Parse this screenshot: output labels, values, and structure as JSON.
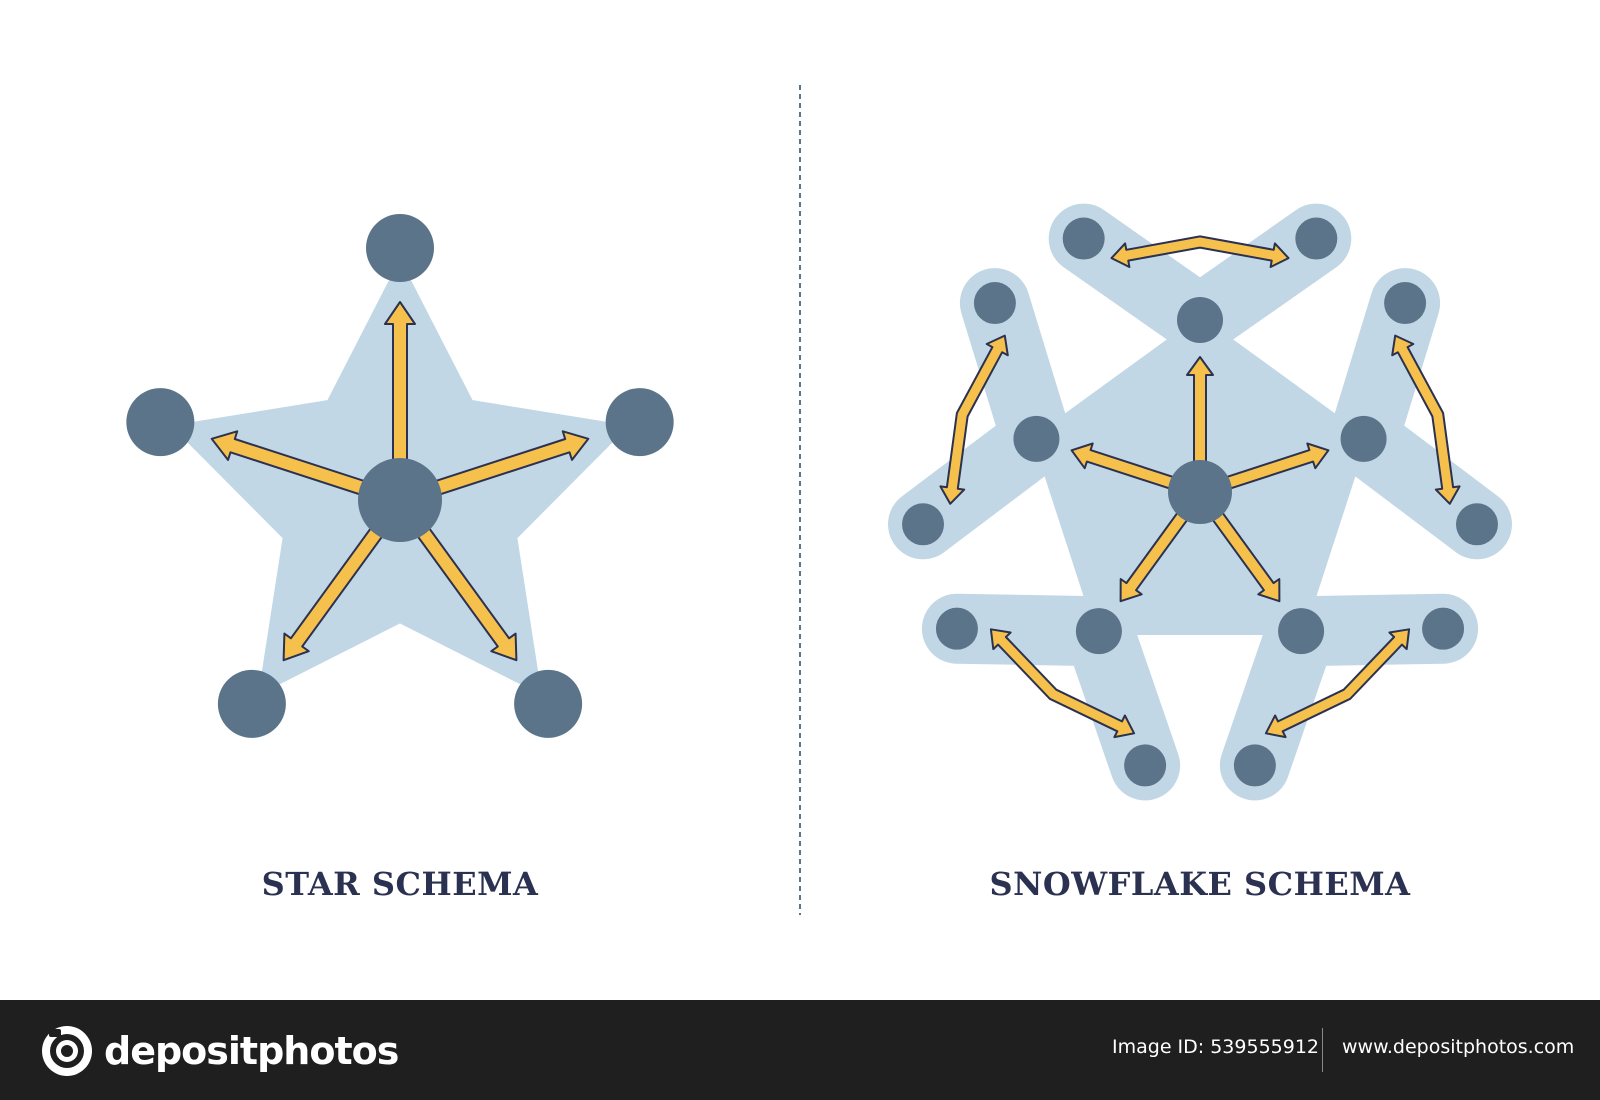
{
  "star": {
    "caption": "STAR SCHEMA"
  },
  "snowflake": {
    "caption": "SNOWFLAKE SCHEMA"
  },
  "footer": {
    "brand": "depositphotos",
    "image_id": "Image ID: 539555912",
    "url": "www.depositphotos.com"
  },
  "colors": {
    "node": "#5b7489",
    "region": "#c2d7e6",
    "arrow": "#f6c04c",
    "outline": "#2b3150",
    "footer_bg": "#1f1f1f"
  },
  "icons": [
    "camera-icon"
  ]
}
